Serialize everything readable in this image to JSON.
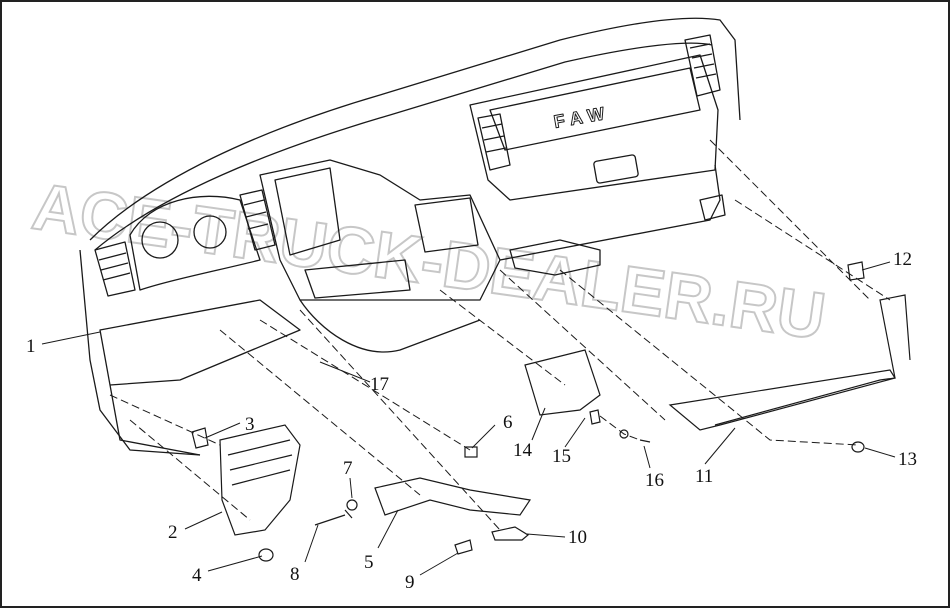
{
  "diagram": {
    "brand_text": "FAW",
    "watermark": "ACE-TRUCK-DEALER.RU",
    "callouts": [
      {
        "id": "1",
        "label": "1"
      },
      {
        "id": "2",
        "label": "2"
      },
      {
        "id": "3",
        "label": "3"
      },
      {
        "id": "4",
        "label": "4"
      },
      {
        "id": "5",
        "label": "5"
      },
      {
        "id": "6",
        "label": "6"
      },
      {
        "id": "7",
        "label": "7"
      },
      {
        "id": "8",
        "label": "8"
      },
      {
        "id": "9",
        "label": "9"
      },
      {
        "id": "10",
        "label": "10"
      },
      {
        "id": "11",
        "label": "11"
      },
      {
        "id": "12",
        "label": "12"
      },
      {
        "id": "13",
        "label": "13"
      },
      {
        "id": "14",
        "label": "14"
      },
      {
        "id": "15",
        "label": "15"
      },
      {
        "id": "16",
        "label": "16"
      },
      {
        "id": "17",
        "label": "17"
      }
    ]
  },
  "colors": {
    "line": "#1a1a1a",
    "watermark": "#c8c8c8",
    "background": "#ffffff"
  }
}
